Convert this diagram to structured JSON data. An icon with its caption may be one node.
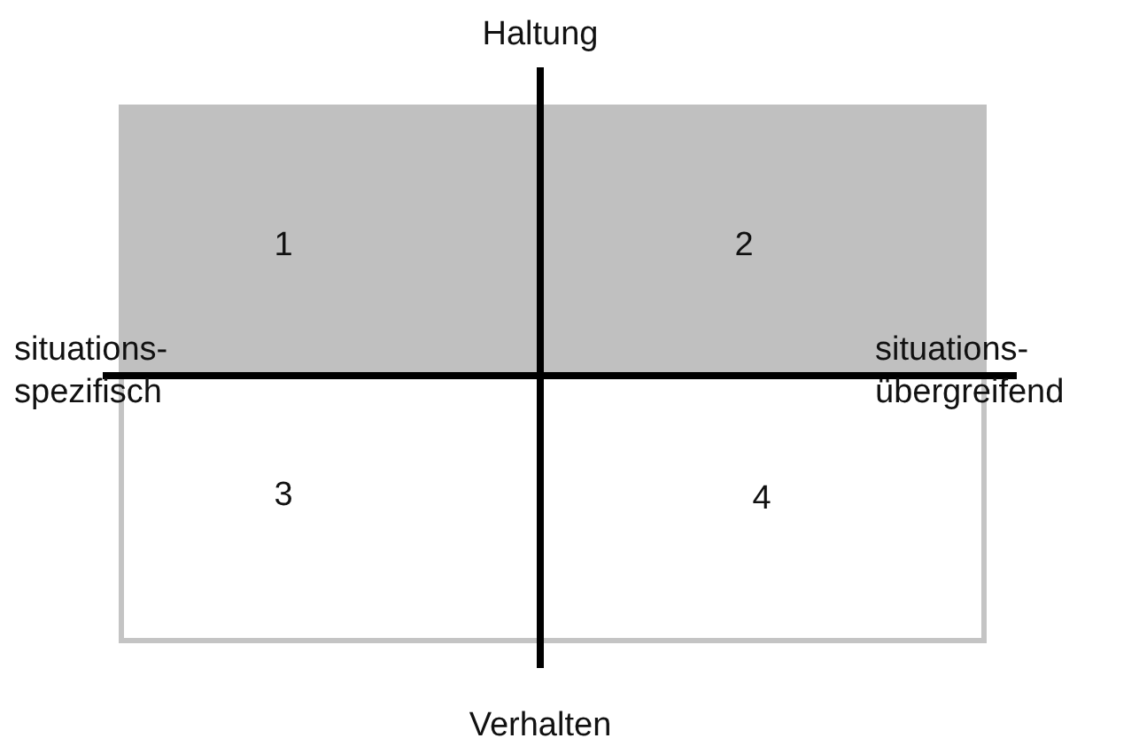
{
  "diagram": {
    "nodes": [
      {
        "text": [
          "1"
        ]
      },
      {
        "text": [
          "2"
        ]
      },
      {
        "text": [
          "3"
        ]
      },
      {
        "text": [
          "4"
        ]
      }
    ],
    "labels": [
      "Haltung",
      "situations- spezifisch",
      "situations- übergreifend",
      "Verhalten"
    ]
  }
}
